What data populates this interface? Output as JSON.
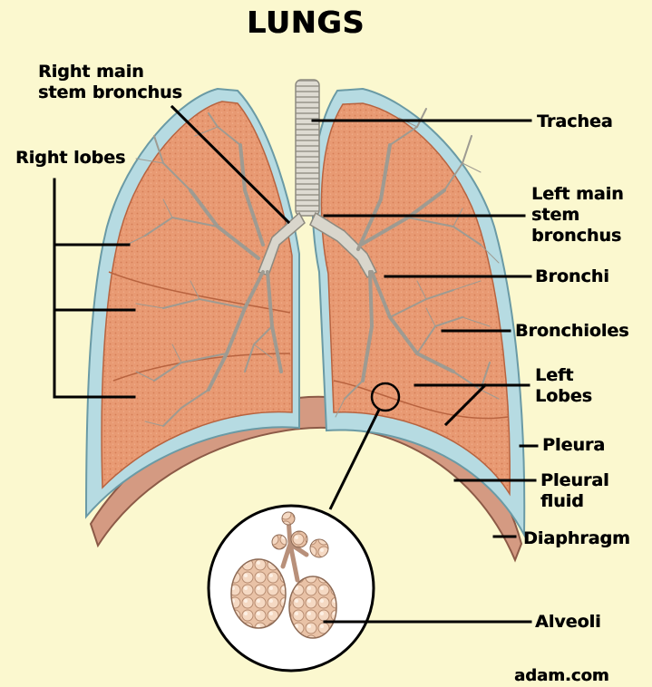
{
  "title": "LUNGS",
  "labels": {
    "right_main_stem_bronchus": "Right main\nstem bronchus",
    "right_lobes": "Right lobes",
    "trachea": "Trachea",
    "left_main_stem_bronchus": "Left main\nstem\nbronchus",
    "bronchi": "Bronchi",
    "bronchioles": "Bronchioles",
    "left_lobes": "Left\nLobes",
    "pleura": "Pleura",
    "pleural_fluid": "Pleural\nfluid",
    "diaphragm": "Diaphragm",
    "alveoli": "Alveoli"
  },
  "credit": "adam.com",
  "colors": {
    "background": "#fbf8cf",
    "lung_tissue": "#e89a73",
    "pleural_fluid": "#b6dbe2",
    "diaphragm": "#d49a82",
    "airway": "#d9d6cc",
    "alveoli": "#f2cdb2",
    "leader_line": "#000000"
  }
}
